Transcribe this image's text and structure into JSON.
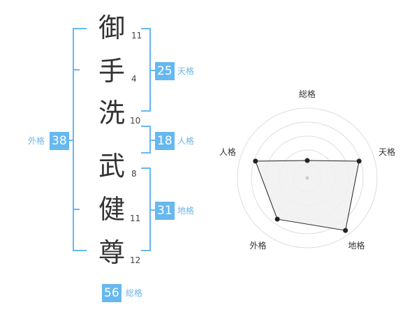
{
  "name": {
    "characters": [
      {
        "char": "御",
        "strokes": "11"
      },
      {
        "char": "手",
        "strokes": "4"
      },
      {
        "char": "洗",
        "strokes": "10"
      },
      {
        "char": "武",
        "strokes": "8"
      },
      {
        "char": "健",
        "strokes": "11"
      },
      {
        "char": "尊",
        "strokes": "12"
      }
    ]
  },
  "kakaku": {
    "tenkaku": {
      "value": "25",
      "label": "天格"
    },
    "jinkaku": {
      "value": "18",
      "label": "人格"
    },
    "chikaku": {
      "value": "31",
      "label": "地格"
    },
    "gaikaku": {
      "value": "38",
      "label": "外格"
    },
    "soukaku": {
      "value": "56",
      "label": "総格"
    }
  },
  "colors": {
    "accent": "#66b8f0",
    "caption": "#6fb5e6",
    "radar_fill": "#f0f0f0",
    "radar_grid": "#dddddd",
    "radar_line": "#222222"
  },
  "chart_data": {
    "type": "radar",
    "axes": [
      "総格",
      "天格",
      "地格",
      "外格",
      "人格"
    ],
    "values": [
      0.25,
      0.78,
      0.93,
      0.73,
      0.78
    ],
    "range": [
      0,
      1
    ],
    "rings": 5,
    "grid": true
  }
}
